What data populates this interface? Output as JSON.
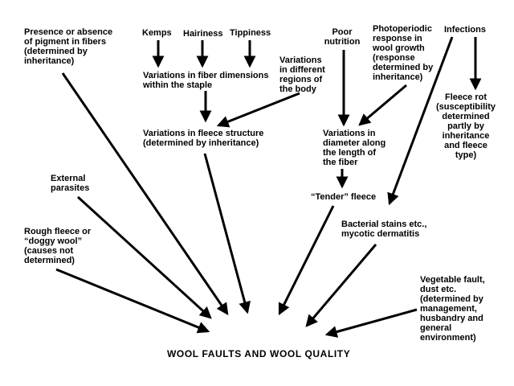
{
  "title": "WOOL FAULTS AND WOOL QUALITY",
  "nodes": {
    "pigment": "Presence or absence\nof pigment in fibers\n(determined by\ninheritance)",
    "kemps": "Kemps",
    "hairiness": "Hairiness",
    "tippiness": "Tippiness",
    "fiber_dimensions": "Variations in fiber dimensions\nwithin the staple",
    "body_regions": "Variations\nin different\nregions of\nthe body",
    "fleece_structure": "Variations in fleece structure\n(determined by inheritance)",
    "poor_nutrition": "Poor\nnutrition",
    "photoperiodic": "Photoperiodic\nresponse in\nwool growth\n(response\ndetermined by\ninheritance)",
    "infections": "Infections",
    "fleece_rot": "Fleece rot\n(susceptibility\ndetermined\npartly by\ninheritance\nand fleece\ntype)",
    "diameter": "Variations in\ndiameter along\nthe length of\nthe fiber",
    "tender_fleece": "“Tender” fleece",
    "bacterial": "Bacterial stains etc.,\nmycotic dermatitis",
    "external_parasites": "External\nparasites",
    "rough_fleece": "Rough fleece or\n“doggy wool”\n(causes not\ndetermined)",
    "vegetable_fault": "Vegetable fault,\ndust etc.\n(determined by\nmanagement,\nhusbandry and\ngeneral\nenvironment)"
  },
  "colors": {
    "ink": "#000000",
    "background": "#ffffff"
  }
}
